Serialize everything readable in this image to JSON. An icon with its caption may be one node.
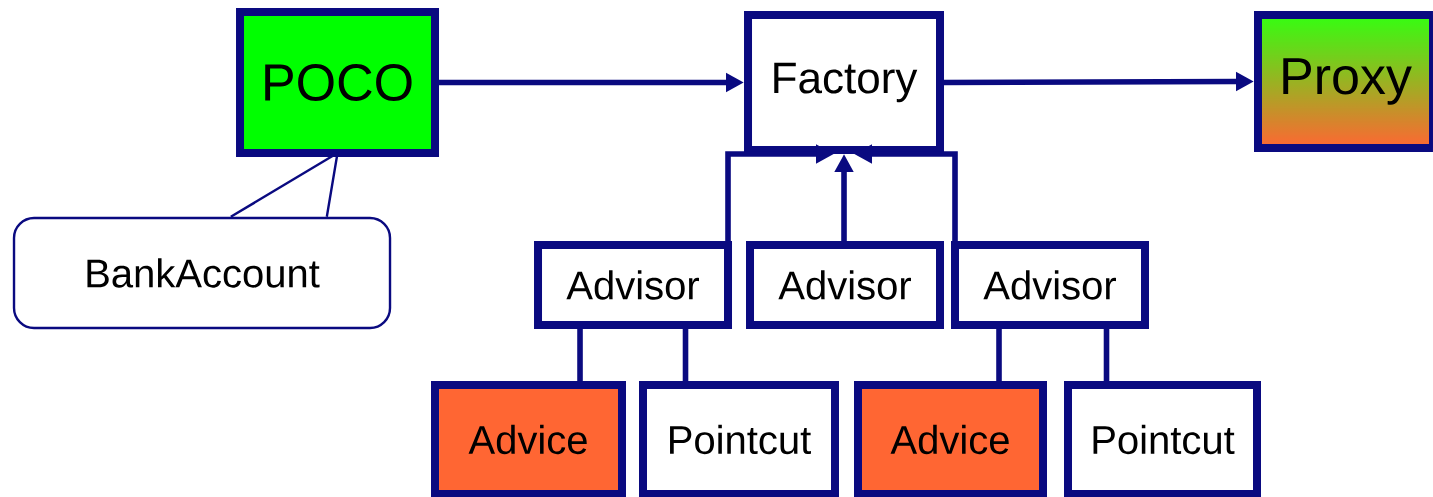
{
  "diagram": {
    "nodes": [
      {
        "text": [
          "POCO"
        ]
      },
      {
        "text": [
          "Factory"
        ]
      },
      {
        "text": [
          "Proxy"
        ]
      },
      {
        "text": [
          "BankAccount"
        ]
      },
      {
        "text": [
          "Advisor"
        ]
      },
      {
        "text": [
          "Advisor"
        ]
      },
      {
        "text": [
          "Advisor"
        ]
      },
      {
        "text": [
          "Advice"
        ]
      },
      {
        "text": [
          "Pointcut"
        ]
      },
      {
        "text": [
          "Advice"
        ]
      },
      {
        "text": [
          "Pointcut"
        ]
      }
    ],
    "edges": [
      {
        "from": 0,
        "to": 1,
        "arrow": "to"
      },
      {
        "from": 1,
        "to": 2,
        "arrow": "to"
      },
      {
        "from": 4,
        "to": 1,
        "arrow": "to"
      },
      {
        "from": 5,
        "to": 1,
        "arrow": "to"
      },
      {
        "from": 6,
        "to": 1,
        "arrow": "to"
      },
      {
        "from": 4,
        "to": 7,
        "arrow": "none"
      },
      {
        "from": 4,
        "to": 8,
        "arrow": "none"
      },
      {
        "from": 6,
        "to": 9,
        "arrow": "none"
      },
      {
        "from": 6,
        "to": 10,
        "arrow": "none"
      },
      {
        "from": 3,
        "to": 0,
        "arrow": "none"
      }
    ]
  }
}
